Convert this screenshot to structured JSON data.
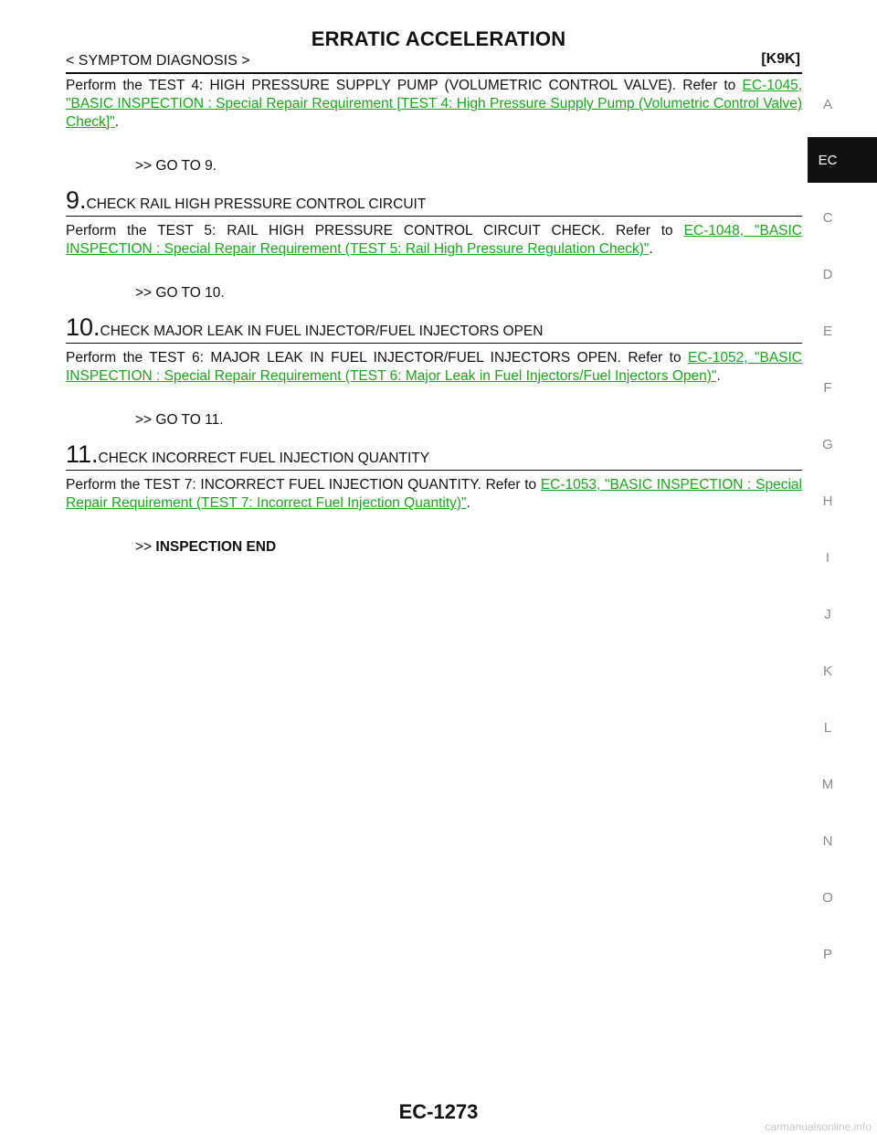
{
  "header": {
    "title": "ERRATIC ACCELERATION",
    "section": "< SYMPTOM DIAGNOSIS >",
    "model": "[K9K]"
  },
  "intro": {
    "text": "Perform the TEST 4: HIGH PRESSURE SUPPLY PUMP (VOLUMETRIC CONTROL VALVE). Refer to ",
    "link": "EC-1045, \"BASIC INSPECTION : Special Repair Requirement [TEST 4: High Pressure Supply Pump (Volumetric Control Valve) Check]\"",
    "end": ".",
    "goto": ">> GO TO 9."
  },
  "steps": [
    {
      "num": "9.",
      "title": "CHECK RAIL HIGH PRESSURE CONTROL CIRCUIT",
      "text": "Perform the TEST 5: RAIL HIGH PRESSURE CONTROL CIRCUIT CHECK. Refer to ",
      "link": "EC-1048, \"BASIC INSPECTION : Special Repair Requirement (TEST 5: Rail High Pressure Regulation Check)\"",
      "end": ".",
      "goto": ">> GO TO 10."
    },
    {
      "num": "10.",
      "title": "CHECK MAJOR LEAK IN FUEL INJECTOR/FUEL INJECTORS OPEN",
      "text": "Perform the TEST 6: MAJOR LEAK IN FUEL INJECTOR/FUEL INJECTORS OPEN. Refer to ",
      "link": "EC-1052, \"BASIC INSPECTION : Special Repair Requirement (TEST 6: Major Leak in Fuel Injectors/Fuel Injectors Open)\"",
      "end": ".",
      "goto": ">> GO TO 11."
    },
    {
      "num": "11.",
      "title": "CHECK INCORRECT FUEL INJECTION QUANTITY",
      "text": "Perform the TEST 7: INCORRECT FUEL INJECTION QUANTITY. Refer to ",
      "link": "EC-1053, \"BASIC INSPECTION : Special Repair Requirement (TEST 7: Incorrect Fuel Injection Quantity)\"",
      "end": ".",
      "goto_prefix": ">> ",
      "goto_bold": "INSPECTION END"
    }
  ],
  "side_index": {
    "letters": [
      "A",
      "C",
      "D",
      "E",
      "F",
      "G",
      "H",
      "I",
      "J",
      "K",
      "L",
      "M",
      "N",
      "O",
      "P"
    ],
    "active_tab": "EC"
  },
  "footer": {
    "page_number": "EC-1273",
    "watermark": "carmanualsonline.info"
  },
  "colors": {
    "link": "#1aa51a",
    "tab_background": "#111111",
    "index_letters": "#888888"
  }
}
